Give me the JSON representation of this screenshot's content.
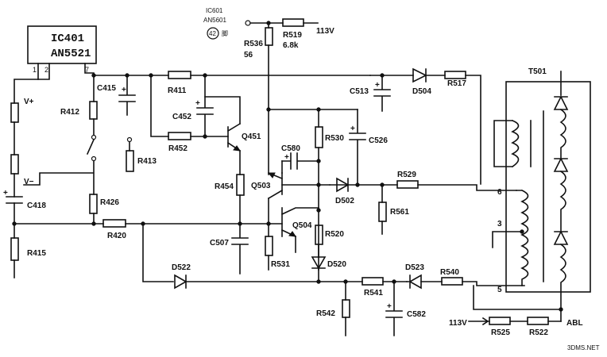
{
  "ic401": {
    "name": "IC401",
    "part": "AN5521",
    "pins": [
      "1",
      "2",
      "7"
    ]
  },
  "ic601": {
    "name": "IC601",
    "part": "AN5601",
    "pin_circle": "42",
    "pin_suffix": "脚"
  },
  "supply": {
    "top": "113V",
    "bottom": "113V"
  },
  "transformer": {
    "name": "T501",
    "pins": [
      "6",
      "3",
      "5"
    ],
    "abl": "ABL"
  },
  "labels": {
    "vplus": "V+",
    "vminus": "V−",
    "R412": "R412",
    "R413": "R413",
    "R415": "R415",
    "R411": "R411",
    "R452": "R452",
    "R454": "R454",
    "R426": "R426",
    "R420": "R420",
    "R536": "R536",
    "R536_val": "56",
    "R519": "R519",
    "R519_val": "6.8k",
    "R530": "R530",
    "R529": "R529",
    "R561": "R561",
    "R520": "R520",
    "R531": "R531",
    "R517": "R517",
    "R540": "R540",
    "R541": "R541",
    "R542": "R542",
    "R525": "R525",
    "R522": "R522",
    "C415": "C415",
    "C418": "C418",
    "C452": "C452",
    "C507": "C507",
    "C513": "C513",
    "C580": "C580",
    "C526": "C526",
    "C582": "C582",
    "Q451": "Q451",
    "Q503": "Q503",
    "Q504": "Q504",
    "D504": "D504",
    "D502": "D502",
    "D520": "D520",
    "D522": "D522",
    "D523": "D523"
  },
  "watermark": "3DMS.NET"
}
